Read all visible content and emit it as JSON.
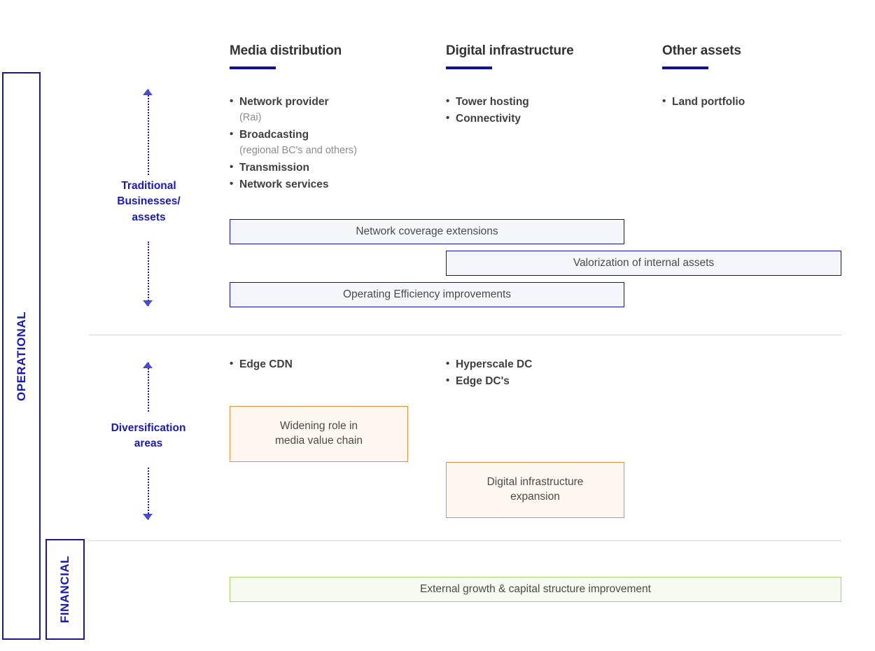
{
  "spine": {
    "operational_label": "OPERATIONAL",
    "financial_label": "FINANCIAL"
  },
  "row_labels": {
    "traditional": "Traditional Businesses/ assets",
    "traditional_l1": "Traditional",
    "traditional_l2": "Businesses/",
    "traditional_l3": "assets",
    "diversification_l1": "Diversification",
    "diversification_l2": "areas"
  },
  "columns": [
    {
      "id": "media-distribution",
      "title": "Media distribution"
    },
    {
      "id": "digital-infrastructure",
      "title": "Digital infrastructure"
    },
    {
      "id": "other-assets",
      "title": "Other assets"
    }
  ],
  "traditional_bullets": {
    "media": [
      {
        "text": "Network provider",
        "sub": "(Rai)"
      },
      {
        "text": "Broadcasting",
        "sub": "(regional BC's and others)"
      },
      {
        "text": "Transmission",
        "sub": ""
      },
      {
        "text": "Network services",
        "sub": ""
      }
    ],
    "digital": [
      {
        "text": "Tower hosting",
        "sub": ""
      },
      {
        "text": "Connectivity",
        "sub": ""
      }
    ],
    "other": [
      {
        "text": "Land portfolio",
        "sub": ""
      }
    ]
  },
  "diversification_bullets": {
    "media": [
      {
        "text": "Edge CDN",
        "sub": ""
      }
    ],
    "digital": [
      {
        "text": "Hyperscale DC",
        "sub": ""
      },
      {
        "text": "Edge DC's",
        "sub": ""
      }
    ],
    "other": []
  },
  "banners": {
    "network_coverage": "Network coverage extensions",
    "valorization": "Valorization of internal assets",
    "operating_efficiency": "Operating Efficiency improvements",
    "widening_role_l1": "Widening role in",
    "widening_role_l2": "media value chain",
    "digital_expansion_l1": "Digital infrastructure",
    "digital_expansion_l2": "expansion",
    "external_growth": "External growth & capital structure improvement"
  },
  "bullet_glyph": "•",
  "colors": {
    "navy": "#10109e",
    "navy_text": "#1a1ab0",
    "orange": "#e2913f",
    "green": "#a8ce6e",
    "blue_fill": "#f3f7fb",
    "orange_fill": "#fdf7ef",
    "green_fill": "#f6faef",
    "body_text": "#3f3f3f",
    "sub_text": "#8c8c8c",
    "divider": "#d6d6d6"
  }
}
